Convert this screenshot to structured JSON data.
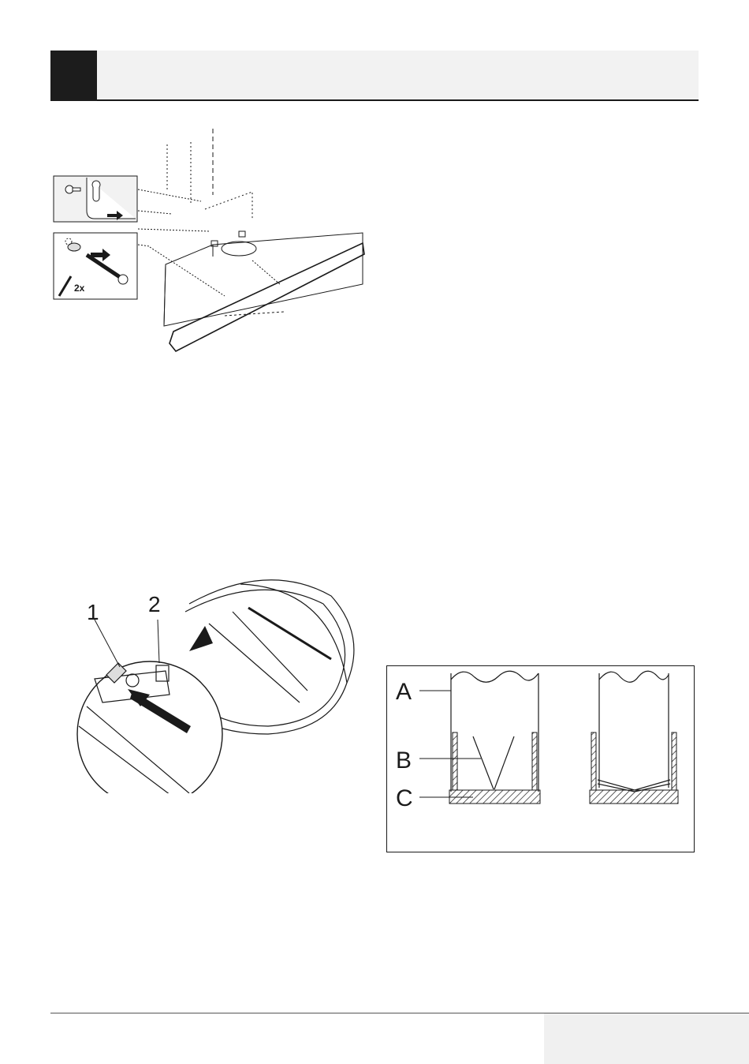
{
  "figure_mount": {
    "count_label": "2x"
  },
  "figure_clip": {
    "callouts": [
      "1",
      "2"
    ]
  },
  "figure_filter": {
    "labels": [
      "A",
      "B",
      "C"
    ]
  }
}
